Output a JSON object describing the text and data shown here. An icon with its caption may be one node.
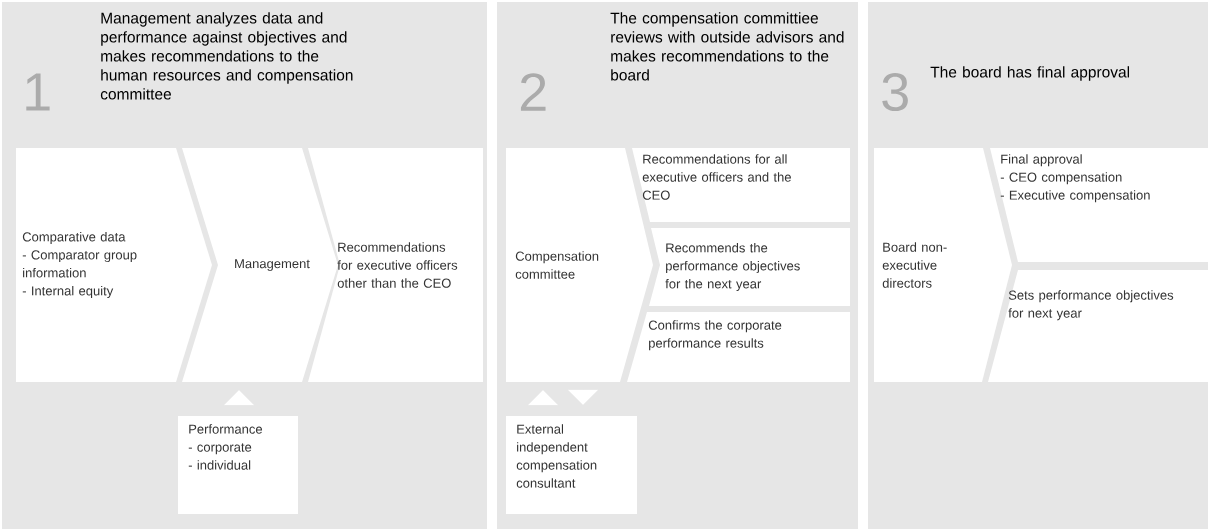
{
  "diagram": {
    "nodes": [
      {
        "text": [
          "1",
          "Management analyzes data and performance against objectives and makes recommendations to the human resources and compensation committee"
        ]
      },
      {
        "text": [
          "Comparative data",
          "- Comparator group information",
          "- Internal equity"
        ],
        "in": 0
      },
      {
        "text": [
          "Management"
        ],
        "in": 0
      },
      {
        "text": [
          "Recommendations for executive officers other than the CEO"
        ],
        "in": 0
      },
      {
        "text": [
          "Performance",
          "- corporate",
          "- individual"
        ],
        "in": 0
      },
      {
        "text": [
          "2",
          "The compensation committiee reviews with outside advisors and makes recommendations to the board"
        ]
      },
      {
        "text": [
          "Compensation committee"
        ],
        "in": 5
      },
      {
        "text": [
          "Recommendations for all executive officers and the CEO"
        ],
        "in": 5
      },
      {
        "text": [
          "Recommends the performance objectives for the next year"
        ],
        "in": 5
      },
      {
        "text": [
          "Confirms the corporate performance results"
        ],
        "in": 5
      },
      {
        "text": [
          "External independent compensation consultant"
        ],
        "in": 5
      },
      {
        "text": [
          "3",
          "The board has final approval"
        ]
      },
      {
        "text": [
          "Board non-executive directors"
        ],
        "in": 11
      },
      {
        "text": [
          "Final approval",
          "- CEO compensation",
          "- Executive compensation"
        ],
        "in": 11
      },
      {
        "text": [
          "Sets performance objectives for next year"
        ],
        "in": 11
      }
    ],
    "edges": [
      {
        "from": 4,
        "to": 2,
        "arrow": "to"
      },
      {
        "from": 10,
        "to": 6,
        "arrow": "to"
      },
      {
        "from": 6,
        "to": 10,
        "arrow": "to"
      }
    ]
  }
}
